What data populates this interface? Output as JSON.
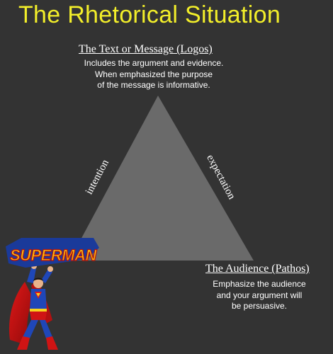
{
  "title": "The Rhetorical Situation",
  "top_node": {
    "heading": "The Text or Message (Logos)",
    "description": [
      "Includes the argument and evidence.",
      "When emphasized the purpose",
      "of the message is informative."
    ]
  },
  "right_node": {
    "heading": "The Audience (Pathos)",
    "description": [
      "Emphasize the audience",
      "and your argument will",
      "be persuasive."
    ]
  },
  "edges": {
    "left": "intention",
    "right": "expectation"
  },
  "logo_text": "SUPERMAN",
  "colors": {
    "background": "#333333",
    "title": "#f2ee2a",
    "triangle": "#6a6a6a",
    "text": "#ffffff"
  }
}
